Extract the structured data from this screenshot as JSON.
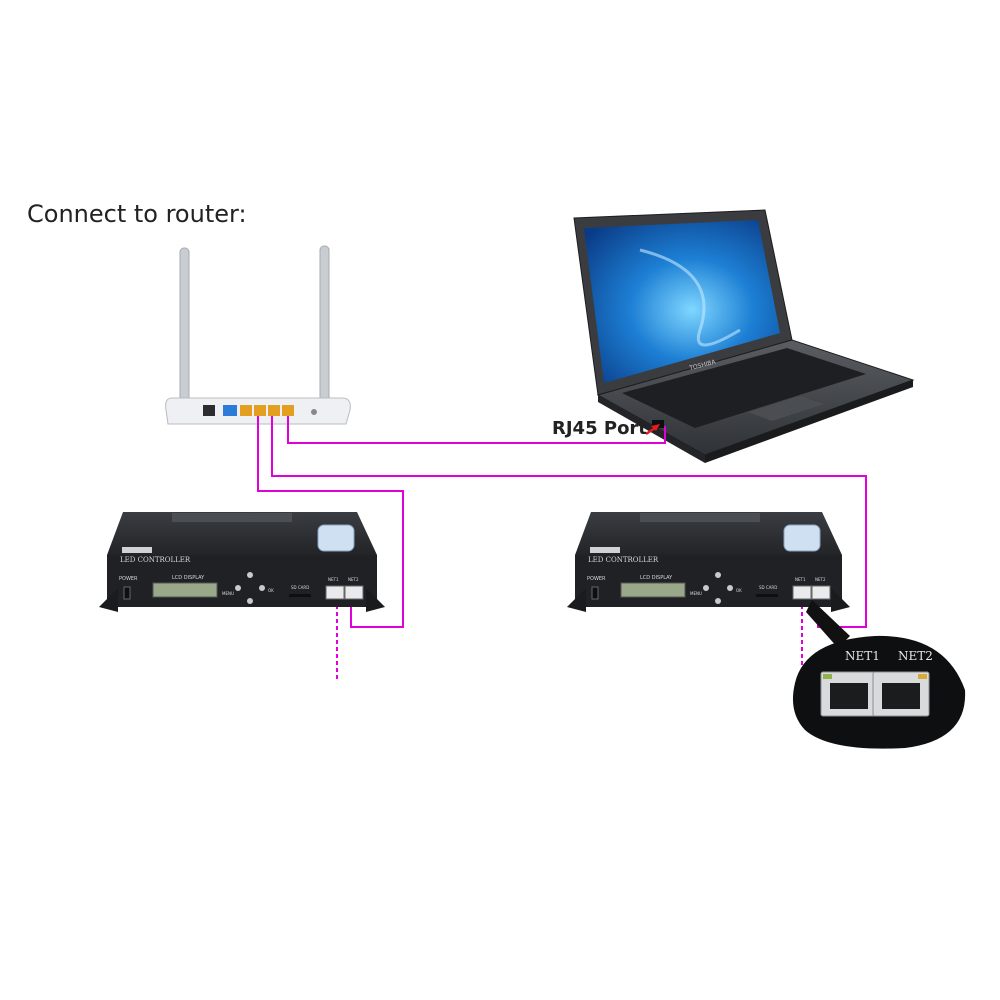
{
  "caption": "Connect to router:",
  "rj45_label": "RJ45 Port",
  "laptop_brand": "TOSHIBA",
  "controller": {
    "name": "LED CONTROLLER",
    "power_label": "POWER",
    "lcd_label": "LCD DISPLAY",
    "menu_label": "MENU",
    "ok_label": "OK",
    "sd_label": "SD CARD",
    "net1_label": "NET1",
    "net2_label": "NET2"
  },
  "zoom": {
    "net1": "NET1",
    "net2": "NET2"
  },
  "colors": {
    "cable": "#e000d8",
    "device": "#26292d",
    "screen": "#1f7fd0",
    "router": "#eceef1"
  }
}
